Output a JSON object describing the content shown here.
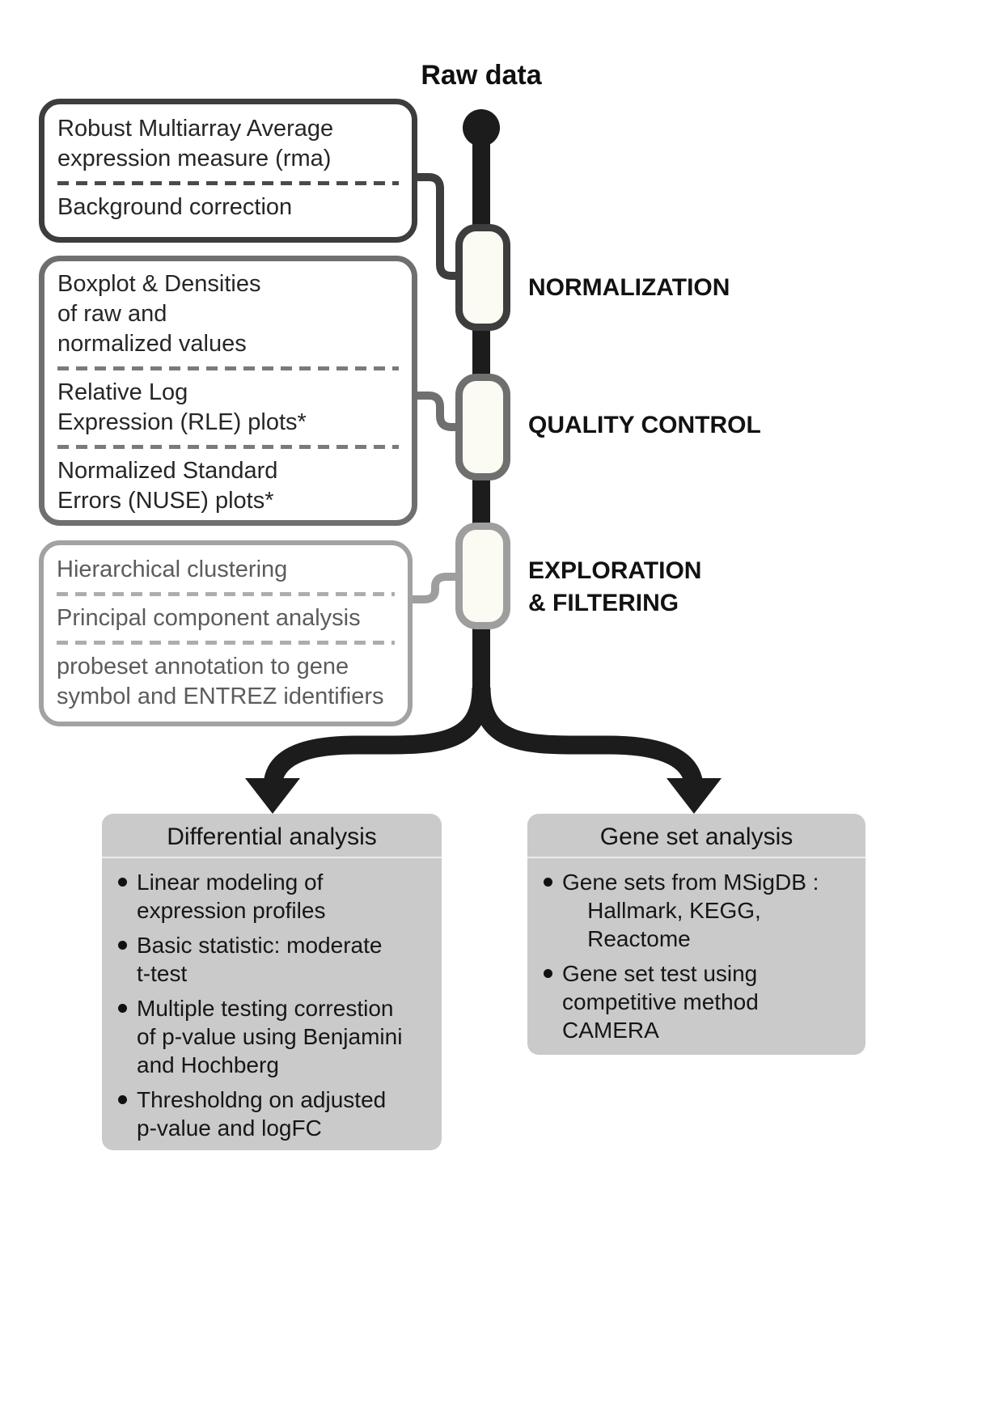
{
  "header": {
    "title": "Raw data"
  },
  "stages": [
    {
      "label": "NORMALIZATION",
      "items": [
        "Robust Multiarray Average\nexpression measure (rma)",
        "Background correction"
      ]
    },
    {
      "label": "QUALITY CONTROL",
      "items": [
        "Boxplot & Densities\nof raw and\nnormalized values",
        "Relative Log\nExpression (RLE) plots*",
        "Normalized Standard\nErrors (NUSE) plots*"
      ]
    },
    {
      "label": "EXPLORATION\n& FILTERING",
      "items": [
        "Hierarchical clustering",
        "Principal component analysis",
        "probeset annotation to gene\nsymbol and ENTREZ identifiers"
      ]
    }
  ],
  "branches": [
    {
      "title": "Differential analysis",
      "bullets": [
        "Linear modeling of\nexpression profiles",
        "Basic statistic: moderate\nt-test",
        "Multiple testing correstion\nof p-value using Benjamini\nand Hochberg",
        "Thresholdng on adjusted\np-value and logFC"
      ]
    },
    {
      "title": "Gene set analysis",
      "bullets": [
        "Gene sets from MSigDB :\n    Hallmark, KEGG,\n    Reactome",
        "Gene set test using\ncompetitive method\nCAMERA"
      ]
    }
  ],
  "colors": {
    "stage1_border": "#3d3d3d",
    "stage2_border": "#6f6f6f",
    "stage3_border": "#9e9e9e",
    "trunk": "#1c1c1c",
    "panel_bg": "#cacaca"
  }
}
